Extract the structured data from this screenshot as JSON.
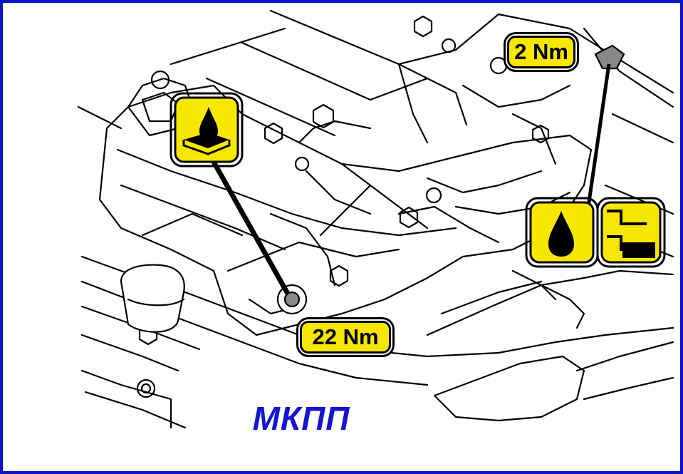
{
  "caption": "МКПП",
  "labels": {
    "upper_torque": "2 Nm",
    "lower_torque": "22 Nm"
  },
  "icons": {
    "fill_plug_icon": "oil-fill-level-icon",
    "drain_oil_icon": "oil-drop-icon",
    "drain_fitting_icon": "drain-fitting-icon"
  },
  "colors": {
    "frame": "#0a14c8",
    "caption": "#1414d2",
    "badge": "#f7e600",
    "line": "#000000"
  }
}
